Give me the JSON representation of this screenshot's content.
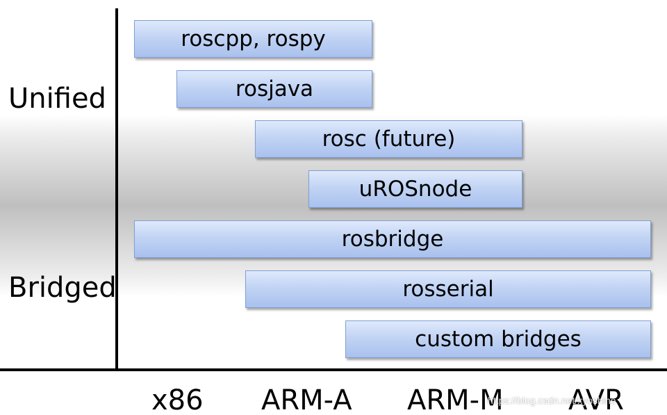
{
  "rows": {
    "unified": "Unified",
    "bridged": "Bridged"
  },
  "bars": [
    {
      "label": "roscpp, rospy"
    },
    {
      "label": "rosjava"
    },
    {
      "label": "rosc (future)"
    },
    {
      "label": "uROSnode"
    },
    {
      "label": "rosbridge"
    },
    {
      "label": "rosserial"
    },
    {
      "label": "custom bridges"
    }
  ],
  "columns": [
    "x86",
    "ARM-A",
    "ARM-M",
    "AVR"
  ],
  "watermark": "https://blog.csdn.net/xyoshino",
  "colors": {
    "bar_fill": "#c2d4f4",
    "bar_border": "#7f9fd4",
    "axis": "#000000",
    "band_center": "#bfbfbf"
  }
}
